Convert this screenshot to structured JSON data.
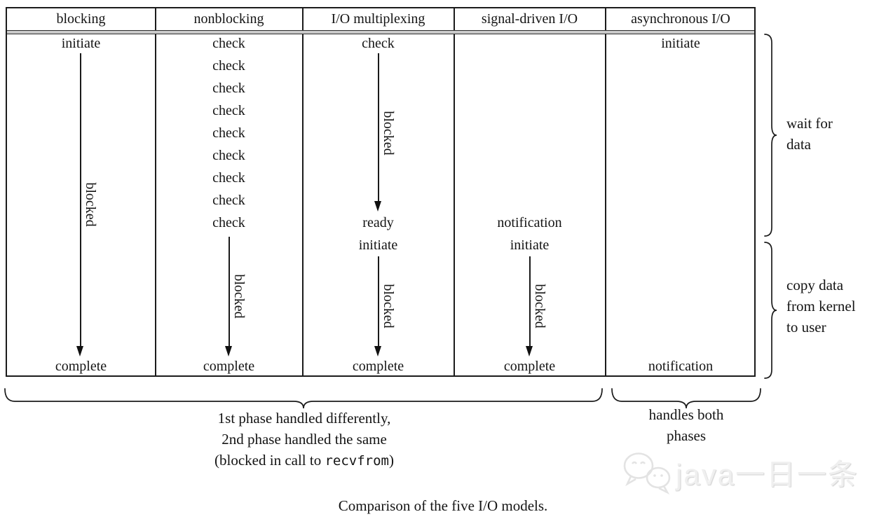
{
  "page": {
    "caption": "Comparison of the five I/O models.",
    "watermark": "java一日一条"
  },
  "table": {
    "headers": [
      "blocking",
      "nonblocking",
      "I/O multiplexing",
      "signal-driven I/O",
      "asynchronous I/O"
    ],
    "blocking": {
      "initiate": "initiate",
      "blocked": "blocked",
      "complete": "complete"
    },
    "nonblocking": {
      "checks": [
        "check",
        "check",
        "check",
        "check",
        "check",
        "check",
        "check",
        "check",
        "check"
      ],
      "blocked": "blocked",
      "complete": "complete"
    },
    "multiplexing": {
      "check": "check",
      "blocked1": "blocked",
      "ready": "ready",
      "initiate": "initiate",
      "blocked2": "blocked",
      "complete": "complete"
    },
    "signal_driven": {
      "notification": "notification",
      "initiate": "initiate",
      "blocked": "blocked",
      "complete": "complete"
    },
    "asynchronous": {
      "initiate": "initiate",
      "notification": "notification"
    }
  },
  "annotations": {
    "wait": {
      "line1": "wait for",
      "line2": "data"
    },
    "copy": {
      "line1": "copy data",
      "line2": "from kernel",
      "line3": "to user"
    },
    "phase": {
      "line1": "1st phase handled differently,",
      "line2": "2nd phase handled the same",
      "line3_prefix": "(blocked in call to ",
      "line3_code": "recvfrom",
      "line3_suffix": ")"
    },
    "both": {
      "line1": "handles both",
      "line2": "phases"
    }
  }
}
